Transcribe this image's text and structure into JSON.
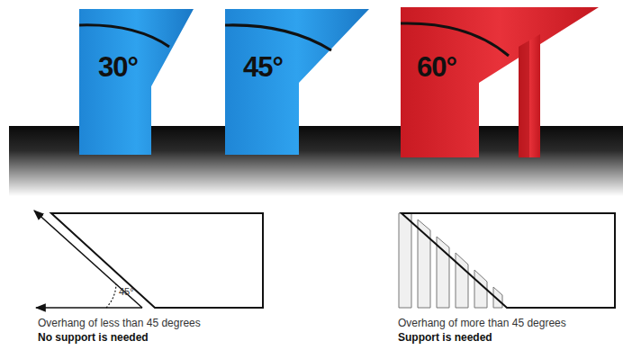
{
  "diagram": {
    "labels": [
      "30°",
      "45°",
      "60°",
      "45°",
      "Overhang of less than 45 degrees",
      "No support is needed",
      "Overhang of more than 45 degrees",
      "Support is needed"
    ]
  }
}
